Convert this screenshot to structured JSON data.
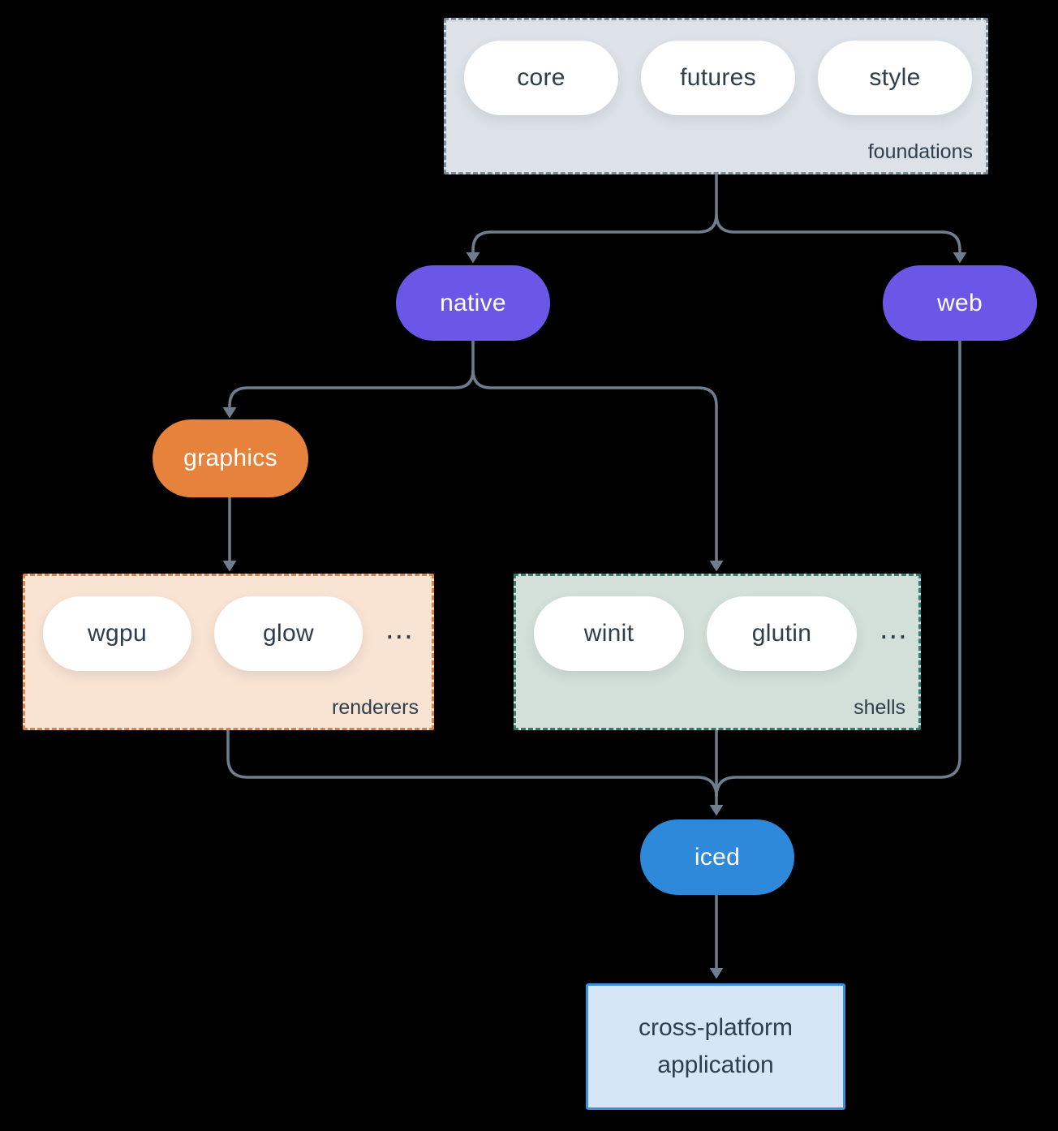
{
  "groups": {
    "foundations": {
      "label": "foundations",
      "pills": [
        "core",
        "futures",
        "style"
      ]
    },
    "renderers": {
      "label": "renderers",
      "pills": [
        "wgpu",
        "glow"
      ],
      "more": "..."
    },
    "shells": {
      "label": "shells",
      "pills": [
        "winit",
        "glutin"
      ],
      "more": "..."
    }
  },
  "nodes": {
    "native": "native",
    "web": "web",
    "graphics": "graphics",
    "iced": "iced",
    "application": "cross-platform application"
  },
  "colors": {
    "background": "#000000",
    "connector": "#6e7e8e",
    "foundations-fill": "#dce2e7",
    "foundations-border": "#7b8e9e",
    "renderers-fill": "#f9e3d3",
    "renderers-border": "#e08140",
    "shells-fill": "#d3dfd9",
    "shells-border": "#2b8070",
    "node-purple": "#6a57e8",
    "node-orange": "#e6823c",
    "node-blue": "#2e89da",
    "app-fill": "#d5e6f7",
    "app-border": "#3e8ede",
    "pill-fill": "#ffffff",
    "dark-text": "#2f3e4c",
    "light-text": "#ffffff"
  }
}
